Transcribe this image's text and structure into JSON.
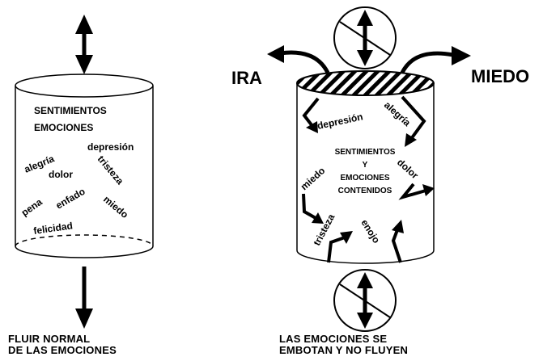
{
  "left_panel": {
    "cylinder_title_line1": "SENTIMIENTOS",
    "cylinder_title_line2": "EMOCIONES",
    "words": {
      "alegria": "alegría",
      "depresion": "depresión",
      "dolor": "dolor",
      "tristeza": "tristeza",
      "pena": "pena",
      "enfado": "enfado",
      "miedo": "miedo",
      "felicidad": "felicidad"
    },
    "caption_line1": "FLUIR NORMAL",
    "caption_line2": "DE LAS EMOCIONES"
  },
  "right_panel": {
    "left_title": "IRA",
    "right_title": "MIEDO",
    "center_line1": "SENTIMIENTOS",
    "center_line2": "Y",
    "center_line3": "EMOCIONES",
    "center_line4": "CONTENIDOS",
    "words": {
      "depresion": "depresión",
      "alegria": "alegría",
      "miedo": "miedo",
      "dolor": "dolor",
      "tristeza": "tristeza",
      "enojo": "enojo"
    },
    "caption_line1": "LAS EMOCIONES SE",
    "caption_line2": "EMBOTAN Y NO FLUYEN"
  }
}
